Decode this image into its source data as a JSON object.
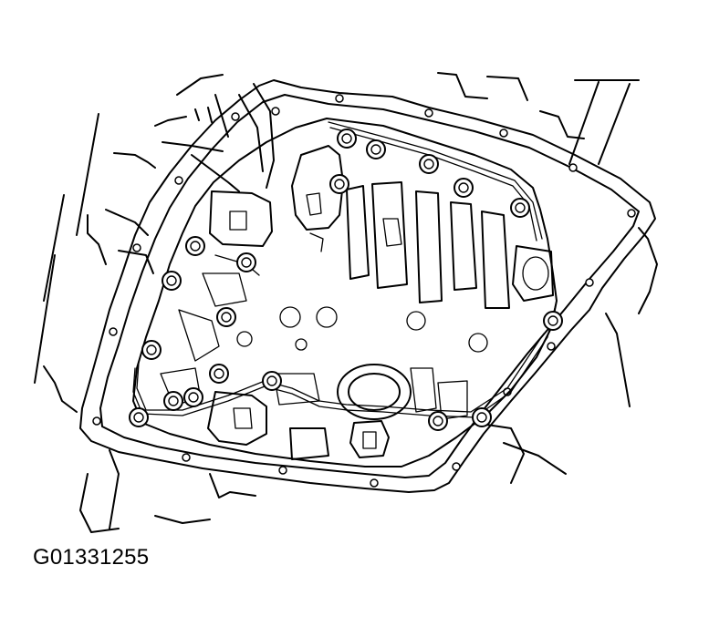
{
  "figure": {
    "id_label": "G01331255",
    "subject": "transmission-valve-body-with-mounting-bolts",
    "bolt_count": 18
  }
}
